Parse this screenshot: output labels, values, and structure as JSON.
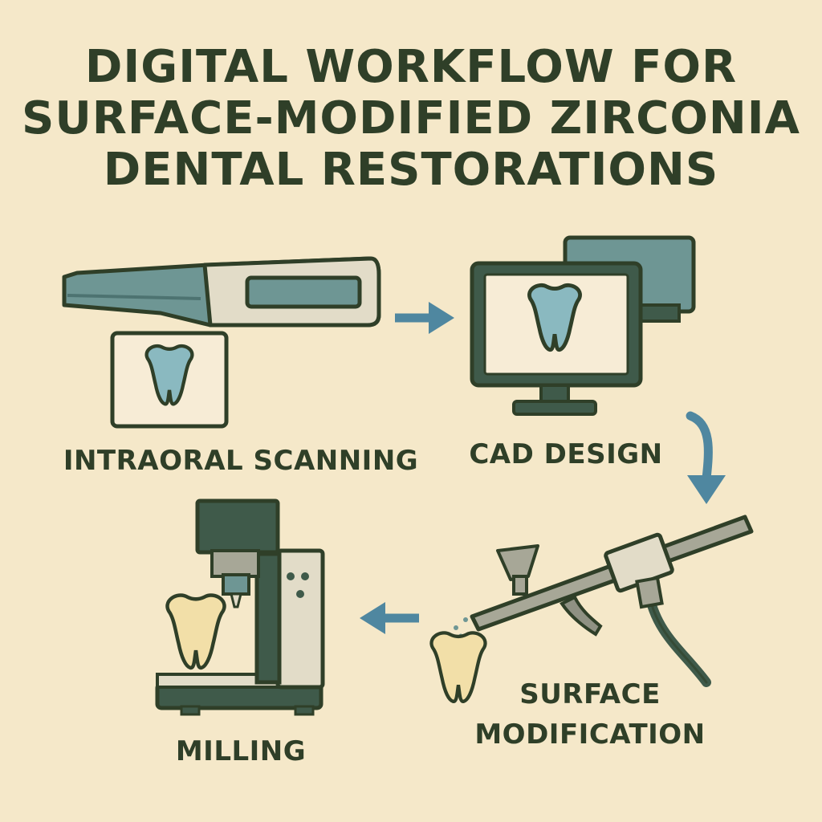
{
  "title": {
    "lines": [
      "DIGITAL WORKFLOW FOR",
      "SURFACE-MODIFIED ZIRCONIA",
      "DENTAL RESTORATIONS"
    ]
  },
  "steps": [
    {
      "label": "INTRAORAL SCANNING",
      "icon": "intraoral-scanner-icon"
    },
    {
      "label": "CAD DESIGN",
      "icon": "computer-monitor-icon"
    },
    {
      "label_lines": [
        "SURFACE",
        "MODIFICATION"
      ],
      "icon": "airbrush-sandblaster-icon"
    },
    {
      "label": "MILLING",
      "icon": "milling-machine-icon"
    }
  ],
  "colors": {
    "background": "#f5e8c9",
    "ink": "#2f3f28",
    "teal": "#5f8a86",
    "tooth_blue": "#8ab9c0",
    "tooth_cream": "#f2dfa8",
    "arrow": "#4f87a0",
    "machine_dark": "#3f5a4a",
    "machine_light": "#e2dcc8",
    "metal": "#a7a797"
  }
}
